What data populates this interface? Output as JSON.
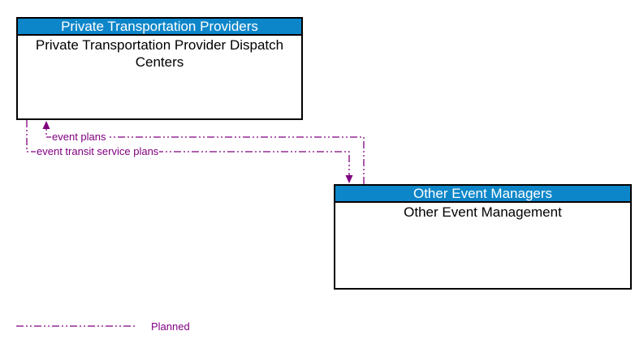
{
  "boxes": {
    "private": {
      "header": "Private Transportation Providers",
      "body": "Private Transportation Provider Dispatch Centers"
    },
    "other": {
      "header": "Other Event Managers",
      "body": "Other Event Management"
    }
  },
  "flows": {
    "event_plans": {
      "label": "event plans",
      "from": "Other Event Management",
      "to": "Private Transportation Provider Dispatch Centers",
      "status": "Planned"
    },
    "event_transit_service_plans": {
      "label": "event transit service plans",
      "from": "Private Transportation Provider Dispatch Centers",
      "to": "Other Event Management",
      "status": "Planned"
    }
  },
  "legend": {
    "planned_label": "Planned"
  },
  "colors": {
    "header_bg": "#0d86c9",
    "header_text": "#ffffff",
    "box_border": "#000000",
    "body_text": "#000000",
    "flow_line": "#800080",
    "background": "#ffffff"
  }
}
